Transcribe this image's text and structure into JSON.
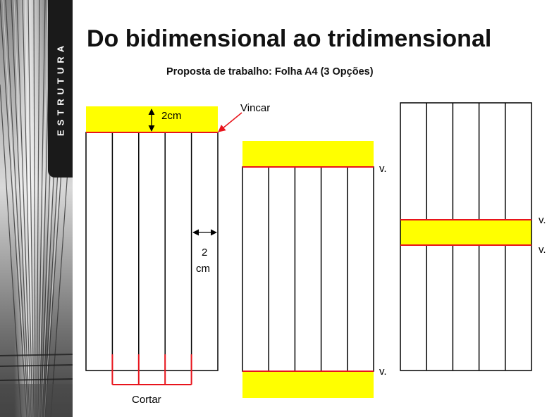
{
  "sidebar": {
    "label": "ESTRUTURA"
  },
  "header": {
    "title": "Do bidimensional ao tridimensional",
    "subtitle": "Proposta de trabalho: Folha A4 (3 Opções)"
  },
  "option1": {
    "fold_label": "Vincar",
    "strip_height_label": "2cm",
    "column_width_label_line1": "2",
    "column_width_label_line2": "cm",
    "cut_label": "Cortar"
  },
  "option2": {
    "fold_top_label": "v.",
    "fold_bottom_label": "v."
  },
  "option3": {
    "fold_top_label": "v.",
    "fold_bottom_label": "v."
  },
  "colors": {
    "fold_strip": "#ffff00",
    "fold_line": "#e8141c",
    "outline": "#000000"
  }
}
